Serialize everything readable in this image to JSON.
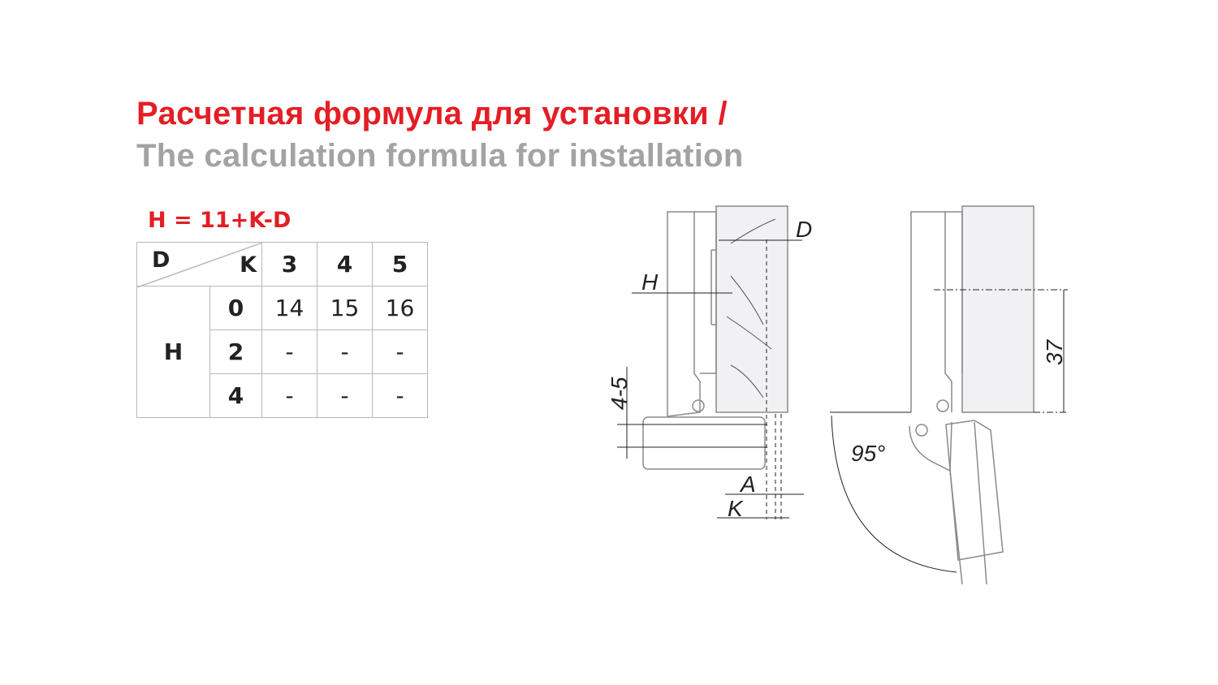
{
  "title_ru": "Расчетная формула для установки /",
  "title_en": "The calculation formula for installation",
  "formula": "H = 11+K-D",
  "table": {
    "corner_row_label": "D",
    "corner_col_label": "K",
    "row_group_label": "H",
    "d_values": [
      "3",
      "4",
      "5"
    ],
    "rows": [
      {
        "k": "0",
        "values": [
          "14",
          "15",
          "16"
        ]
      },
      {
        "k": "2",
        "values": [
          "-",
          "-",
          "-"
        ]
      },
      {
        "k": "4",
        "values": [
          "-",
          "-",
          "-"
        ]
      }
    ]
  },
  "diagram": {
    "labels": {
      "D": "D",
      "H": "H",
      "gap": "4-5",
      "A": "A",
      "K": "K",
      "angle": "95°",
      "depth": "37"
    }
  }
}
